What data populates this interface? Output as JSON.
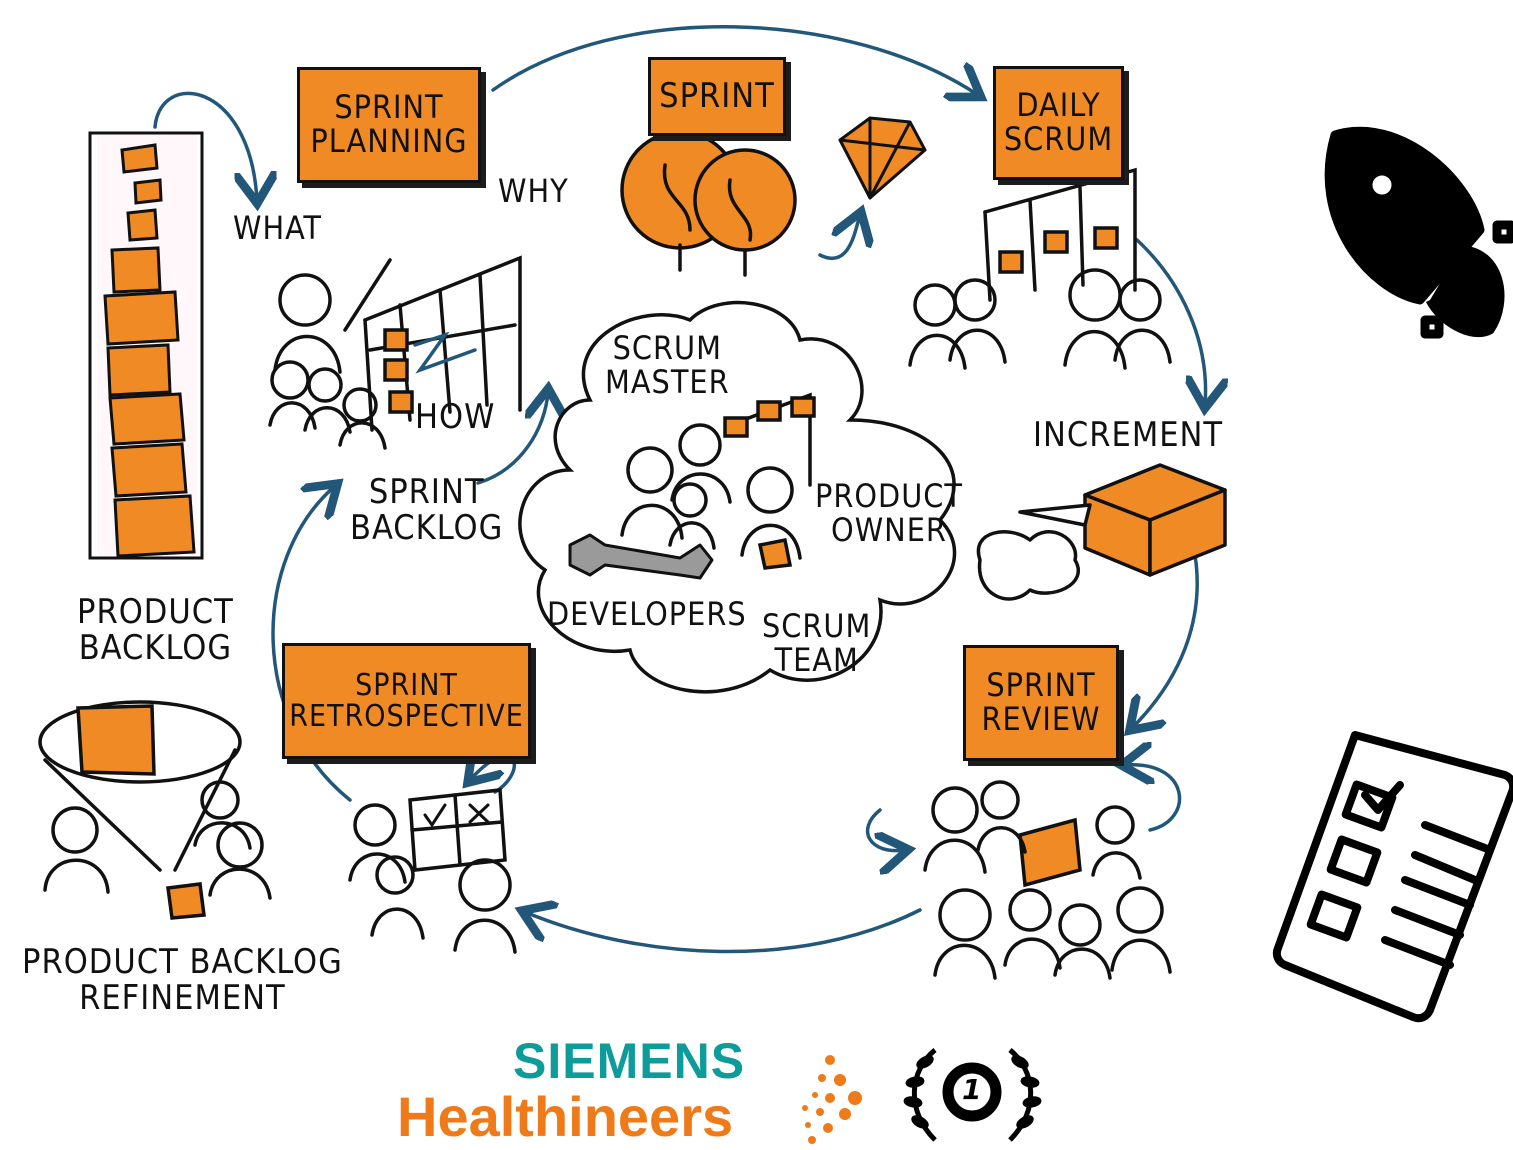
{
  "colors": {
    "accent": "#f08a24",
    "ink": "#111111",
    "arrow": "#22577a",
    "siemens_teal": "#0e9c9b",
    "healthineers_orange": "#ef7a1a"
  },
  "events": {
    "sprint_planning": "SPRINT\nPLANNING",
    "sprint": "SPRINT",
    "daily_scrum": "DAILY\nSCRUM",
    "sprint_review": "SPRINT\nREVIEW",
    "sprint_retrospective": "SPRINT\nRETROSPECTIVE"
  },
  "labels": {
    "what": "WHAT",
    "why": "WHY",
    "how": "HOW",
    "sprint_backlog": "SPRINT\nBACKLOG",
    "increment": "INCREMENT",
    "product_backlog": "PRODUCT\nBACKLOG",
    "product_backlog_refinement": "PRODUCT BACKLOG\nREFINEMENT"
  },
  "scrum_team": {
    "scrum_master": "SCRUM\nMASTER",
    "product_owner": "PRODUCT\nOWNER",
    "developers": "DEVELOPERS",
    "scrum_team": "SCRUM\nTEAM"
  },
  "logo": {
    "line1": "SIEMENS",
    "line2": "Healthineers"
  },
  "badge": {
    "number": "1"
  },
  "icons": [
    "lightbulb-icon",
    "diamond-icon",
    "rocket-icon",
    "checklist-icon",
    "laurel-badge-icon",
    "wrench-icon",
    "rocket-box-icon"
  ]
}
